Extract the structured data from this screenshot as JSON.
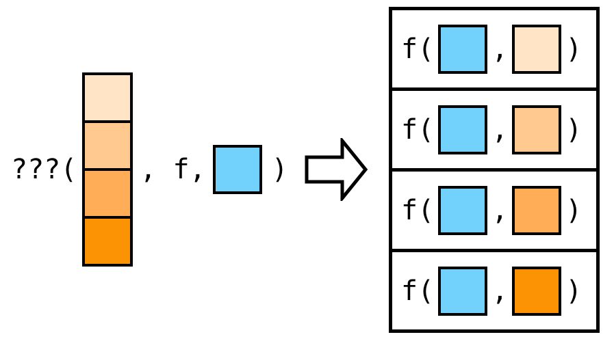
{
  "colors": {
    "stack": [
      "#FFE4C6",
      "#FFC98F",
      "#FFAD57",
      "#FC9304"
    ],
    "blue": "#72D2FB",
    "outline": "#000000",
    "canvas_bg": "#FFFFFF"
  },
  "call_expression": {
    "function_name": "???(",
    "args_separator": ", f,",
    "close_paren": ")"
  },
  "arrow_icon": "right-block-arrow",
  "results": {
    "row_labels": {
      "func_open": "f(",
      "comma": ",",
      "close_paren": ")"
    },
    "rows": [
      {
        "first_arg": "blue",
        "second_arg_index": 0
      },
      {
        "first_arg": "blue",
        "second_arg_index": 1
      },
      {
        "first_arg": "blue",
        "second_arg_index": 2
      },
      {
        "first_arg": "blue",
        "second_arg_index": 3
      }
    ]
  }
}
